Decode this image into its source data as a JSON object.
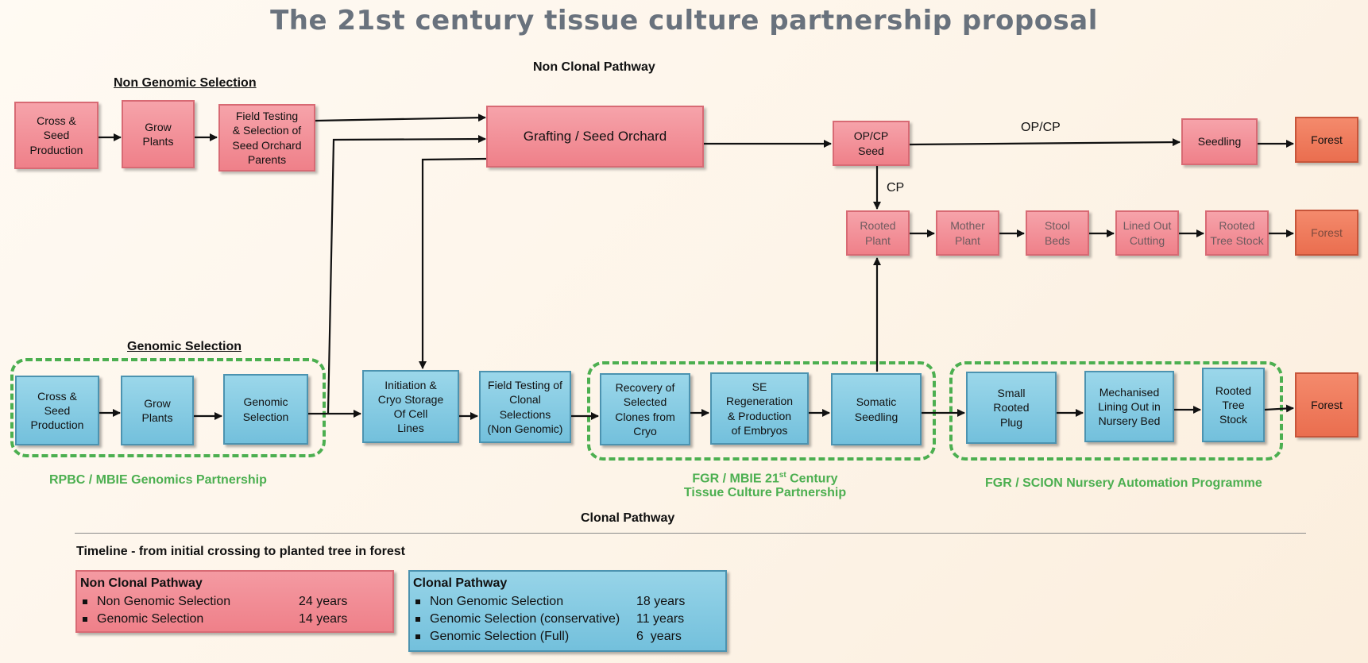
{
  "title": "The 21st century tissue culture partnership proposal",
  "labels": {
    "non_clonal_pathway": "Non Clonal Pathway",
    "non_genomic_selection": "Non Genomic Selection",
    "genomic_selection": "Genomic Selection",
    "clonal_pathway": "Clonal Pathway",
    "op_cp": "OP/CP",
    "cp": "CP",
    "timeline": "Timeline  - from initial crossing to planted tree in forest"
  },
  "partnerships": {
    "genomics": "RPBC / MBIE Genomics Partnership",
    "tissue_culture_line1": "FGR / MBIE 21",
    "tissue_culture_sup": "st",
    "tissue_culture_line1b": " Century",
    "tissue_culture_line2": "Tissue Culture Partnership",
    "nursery": "FGR / SCION Nursery Automation Programme"
  },
  "nodes": {
    "ng_cross": "Cross &\nSeed\nProduction",
    "ng_grow": "Grow\nPlants",
    "ng_field": "Field Testing\n& Selection of\nSeed Orchard\nParents",
    "grafting": "Grafting / Seed Orchard",
    "opcp_seed": "OP/CP\nSeed",
    "seedling": "Seedling",
    "forest_top": "Forest",
    "rooted_plant": "Rooted\nPlant",
    "mother_plant": "Mother\nPlant",
    "stool_beds": "Stool\nBeds",
    "lined_out": "Lined Out\nCutting",
    "rooted_tree_stock": "Rooted\nTree Stock",
    "forest_mid": "Forest",
    "g_cross": "Cross &\nSeed\nProduction",
    "g_grow": "Grow\nPlants",
    "g_genomic": "Genomic\nSelection",
    "initiation": "Initiation &\nCryo Storage\nOf Cell\nLines",
    "field_clonal": "Field Testing of\nClonal\nSelections\n(Non Genomic)",
    "recovery": "Recovery of\nSelected\nClones from\nCryo",
    "se_regen": "SE\nRegeneration\n& Production\nof Embryos",
    "somatic": "Somatic\nSeedling",
    "small_plug": "Small\nRooted\nPlug",
    "mechanised": "Mechanised\nLining Out in\nNursery Bed",
    "rooted_tree": "Rooted\nTree\nStock",
    "forest_bottom": "Forest"
  },
  "timeline": {
    "non_clonal": {
      "heading": "Non Clonal Pathway",
      "rows": [
        {
          "label": "Non Genomic Selection",
          "value": "24 years"
        },
        {
          "label": "Genomic Selection",
          "value": "14 years"
        }
      ]
    },
    "clonal": {
      "heading": "Clonal Pathway",
      "rows": [
        {
          "label": "Non Genomic Selection",
          "value": "18 years"
        },
        {
          "label": "Genomic Selection (conservative)",
          "value": "11 years"
        },
        {
          "label": "Genomic Selection (Full)",
          "value": "6  years"
        }
      ]
    }
  },
  "colors": {
    "pink": "#ef8089",
    "orange": "#ea6e4f",
    "blue": "#73c0dc",
    "green": "#4caf50",
    "title_gray": "#69727d"
  }
}
